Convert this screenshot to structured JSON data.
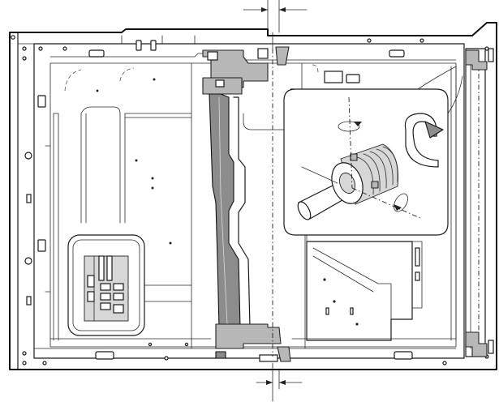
{
  "diagram": {
    "parts": {
      "chassis": "chassis-frame",
      "tension_belt": "belt-assembly",
      "detail_inset": "magnified-detail",
      "pcb": "control-board",
      "right_rail": "right-guide-rail"
    },
    "colors": {
      "line": "#1a1a1a",
      "belt_fill": "#8c8c8c",
      "bracket_fill": "#b7b7b7",
      "background": "#ffffff"
    },
    "icons": {
      "rotate_top": "rotate-arrow-icon",
      "rotate_bottom": "rotate-arrow-icon",
      "big_rotate": "curved-arrow-icon",
      "gap_top": "dimension-arrows-icon",
      "gap_bottom": "dimension-arrows-icon"
    }
  }
}
